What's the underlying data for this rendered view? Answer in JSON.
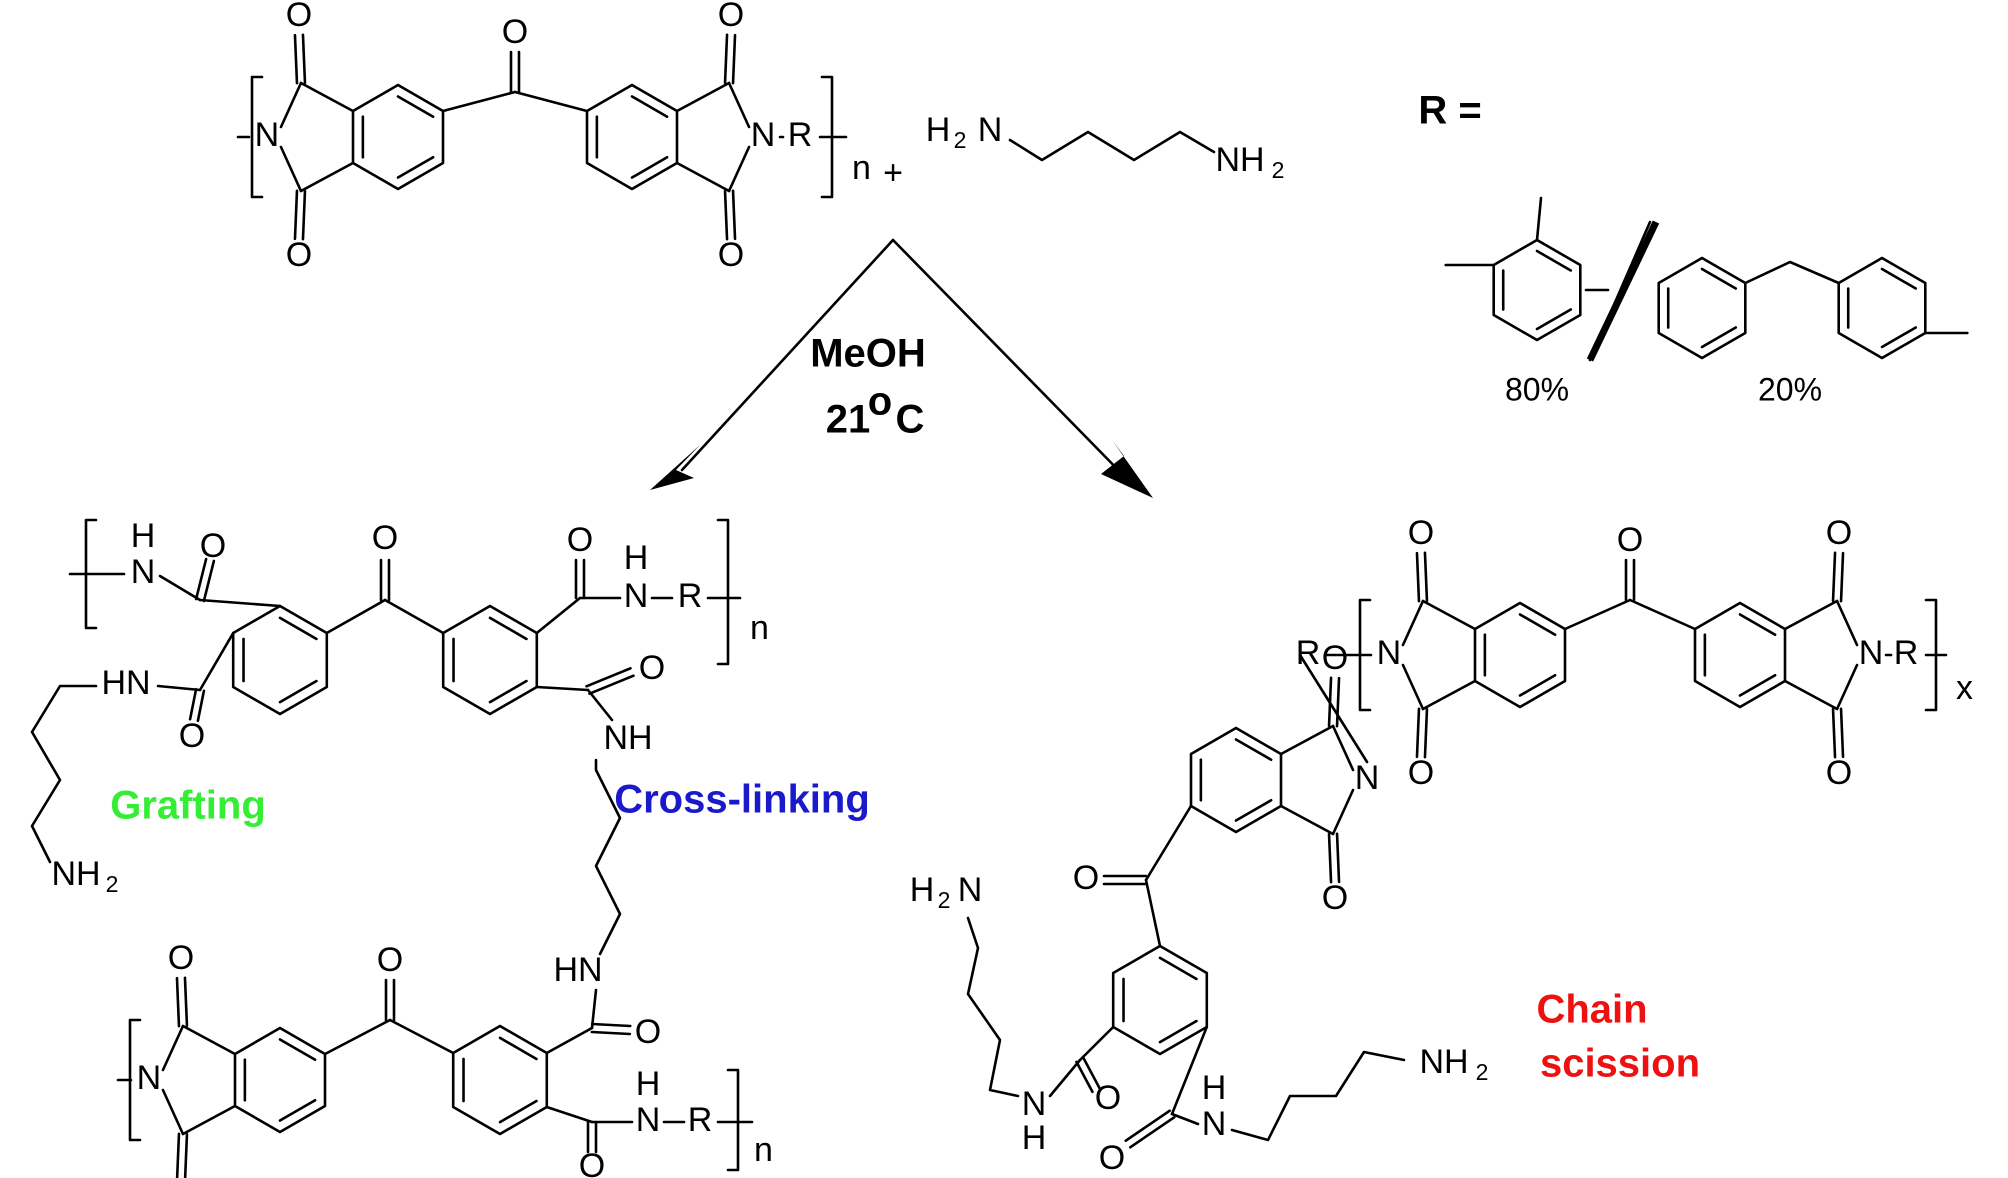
{
  "atoms": {
    "O": "O",
    "N": "N",
    "R": "R",
    "H": "H",
    "NH": "NH",
    "HN": "HN",
    "H2N_main": "H",
    "H2N_sub": "2",
    "H2N_N": "N",
    "NH2_main": "NH",
    "NH2_sub": "2",
    "n": "n",
    "x": "x",
    "plus": "+"
  },
  "conditions": {
    "solvent": "MeOH",
    "temperature_value": "21",
    "temperature_degree": "o",
    "temperature_unit": "C"
  },
  "r_group": {
    "label": "R =",
    "fractions": [
      "80%",
      "20%"
    ]
  },
  "pathways": {
    "grafting": "Grafting",
    "crosslinking": "Cross-linking",
    "scission_line1": "Chain",
    "scission_line2": "scission"
  },
  "colors": {
    "bond": "#000000",
    "grafting": "#33ee33",
    "crosslinking": "#1a1acc",
    "scission": "#ee1111"
  }
}
